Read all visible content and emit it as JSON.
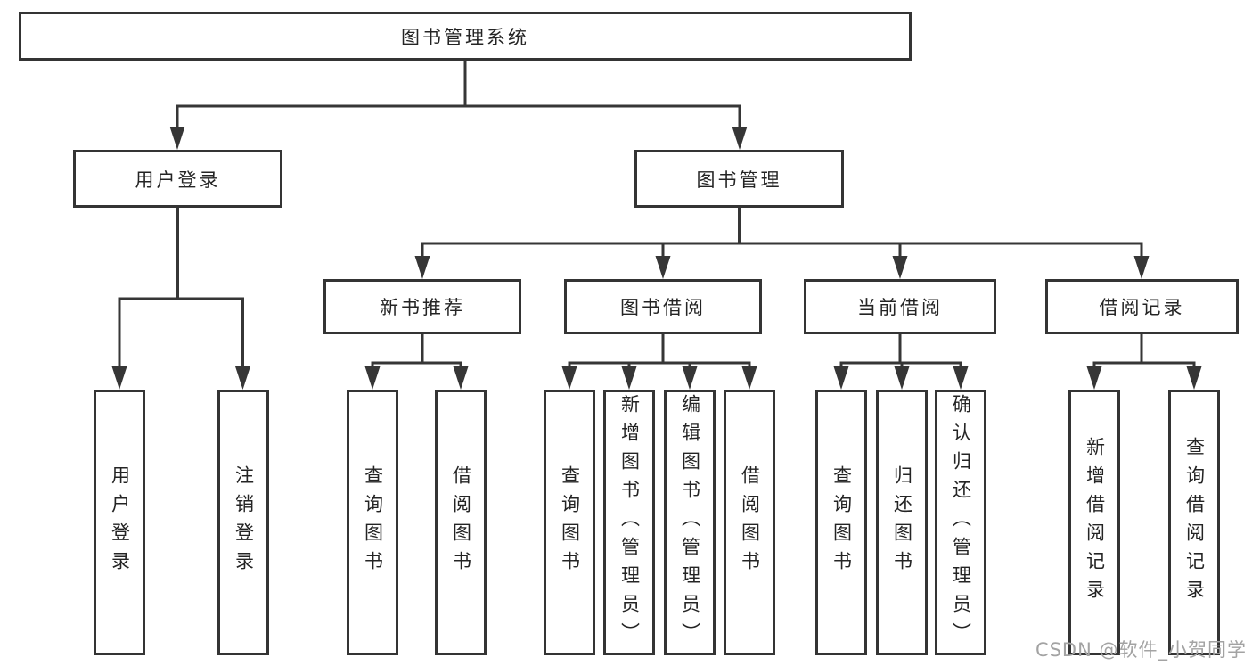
{
  "diagram": {
    "title": "图书管理系统",
    "children": [
      {
        "label": "用户登录",
        "children": [
          {
            "label": "用户登录"
          },
          {
            "label": "注销登录"
          }
        ]
      },
      {
        "label": "图书管理",
        "children": [
          {
            "label": "新书推荐",
            "children": [
              {
                "label": "查询图书"
              },
              {
                "label": "借阅图书"
              }
            ]
          },
          {
            "label": "图书借阅",
            "children": [
              {
                "label": "查询图书"
              },
              {
                "label": "新增图书（管理员）"
              },
              {
                "label": "编辑图书（管理员）"
              },
              {
                "label": "借阅图书"
              }
            ]
          },
          {
            "label": "当前借阅",
            "children": [
              {
                "label": "查询图书"
              },
              {
                "label": "归还图书"
              },
              {
                "label": "确认归还（管理员）"
              }
            ]
          },
          {
            "label": "借阅记录",
            "children": [
              {
                "label": "新增借阅记录"
              },
              {
                "label": "查询借阅记录"
              }
            ]
          }
        ]
      }
    ]
  },
  "watermark": {
    "text": "CSDN @软件_小贺同学"
  },
  "colors": {
    "border": "#343434",
    "line": "#363636",
    "text": "#242424",
    "watermark": "#a3a3a3",
    "background": "#ffffff"
  }
}
